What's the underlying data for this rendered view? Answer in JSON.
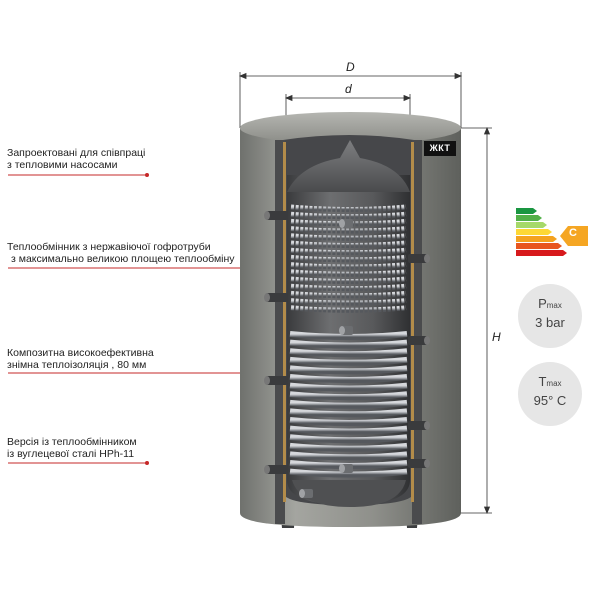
{
  "callouts": [
    {
      "lines": [
        "Запроектовані для співпраці",
        "з тепловими насосами"
      ]
    },
    {
      "lines": [
        "Теплообмінник з нержавіючої гофротруби",
        "з максимально великою площею теплообміну"
      ]
    },
    {
      "lines": [
        "Композитна високоефективна",
        "знімна теплоізоляція , 80  мм"
      ]
    },
    {
      "lines": [
        "Версія із теплообмінником",
        "із вуглецевої сталі HPh-11"
      ]
    }
  ],
  "dimensions": {
    "outer": "D",
    "inner": "d",
    "height": "H"
  },
  "brand": "ЖКТ",
  "energy_class": {
    "label": "C",
    "bar_colors": [
      "#1a9641",
      "#52b048",
      "#a6d96a",
      "#fdd835",
      "#f4a21f",
      "#e8561f",
      "#d7191c"
    ],
    "class_color": "#f5a623"
  },
  "pressure": {
    "symbol": "P",
    "sub": "max",
    "value": "3 bar"
  },
  "temperature": {
    "symbol": "T",
    "sub": "max",
    "value": "95° C"
  },
  "colors": {
    "accent": "#d32f2f",
    "insulation": "#8f908b",
    "tank": "#5a5b5d",
    "coil": "#9a9da2"
  }
}
